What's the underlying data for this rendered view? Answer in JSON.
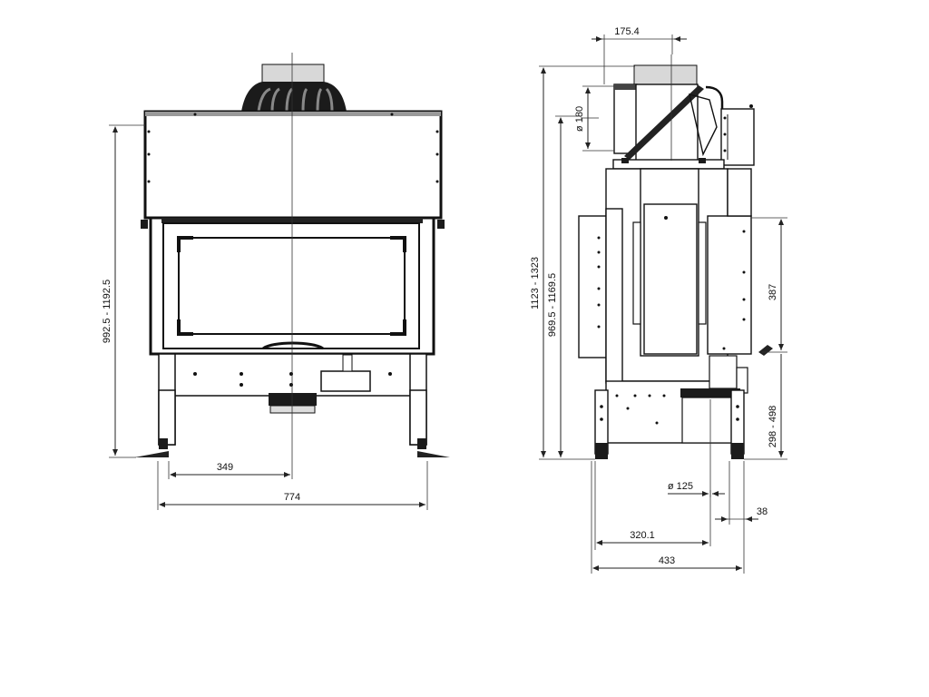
{
  "drawing": {
    "front_view": {
      "dims": {
        "height": "992.5 - 1192.5",
        "offset": "349",
        "width": "774"
      }
    },
    "side_view": {
      "dims": {
        "top_offset": "175.4",
        "pipe_diameter": "ø 180",
        "total_height": "1123 - 1323",
        "inner_height": "969.5 - 1169.5",
        "panel_height": "387",
        "base_height": "298 - 498",
        "bottom_diameter": "ø 125",
        "side_offset": "38",
        "mid_offset": "320.1",
        "depth": "433"
      }
    }
  }
}
